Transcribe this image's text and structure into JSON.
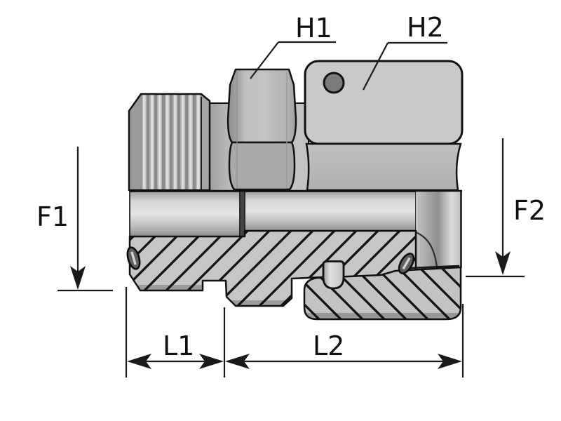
{
  "diagram": {
    "kind": "fitting-cross-section"
  },
  "labels": {
    "h1": "H1",
    "h2": "H2",
    "f1": "F1",
    "f2": "F2",
    "l1": "L1",
    "l2": "L2"
  },
  "colors": {
    "background": "#ffffff",
    "outline": "#111111",
    "dimension_lines": "#1a1a1a",
    "label_text": "#0f0f0f",
    "body_light": "#c9c9c9",
    "body_medium": "#b3b3b3",
    "body_dark": "#8f8f8f",
    "hatch_fill": "#c6c6c6",
    "hole_fill": "#7c7c7c"
  }
}
